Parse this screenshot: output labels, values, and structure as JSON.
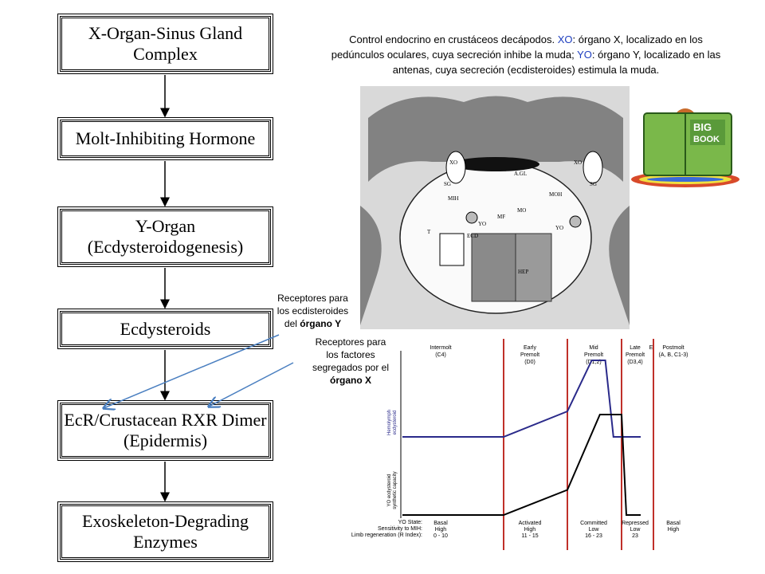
{
  "flow": {
    "boxes": [
      {
        "label": "X-Organ-Sinus Gland\nComplex"
      },
      {
        "label": "Molt-Inhibiting Hormone"
      },
      {
        "label": "Y-Organ\n(Ecdysteroidogenesis)"
      },
      {
        "label": "Ecdysteroids"
      },
      {
        "label": "EcR/Crustacean RXR Dimer\n(Epidermis)"
      },
      {
        "label": "Exoskeleton-Degrading\nEnzymes"
      }
    ]
  },
  "caption": {
    "part1": "Control endocrino en crustáceos decápodos. ",
    "xo": "XO",
    "part2": ": órgano X, localizado en los pedúnculos oculares, cuya secreción inhibe la muda; ",
    "yo": "YO",
    "part3": ": órgano Y, localizado en las antenas, cuya secreción (ecdisteroides) estimula la muda."
  },
  "notes": {
    "receptores_y_line1": "Receptores para",
    "receptores_y_line2": "los ecdisteroides",
    "receptores_y_line3": "del ",
    "receptores_y_bold": "órgano Y",
    "receptores_x_line1": "Receptores para",
    "receptores_x_line2": "los factores",
    "receptores_x_line3": "segregados por el",
    "receptores_x_bold": "órgano X"
  },
  "crab": {
    "labels": [
      "XO",
      "XO",
      "SG",
      "SG",
      "A.GL",
      "MO",
      "MF",
      "MOH",
      "MIH",
      "YO",
      "YO",
      "ECD",
      "HEP",
      "T"
    ]
  },
  "book": {
    "text1": "BIG",
    "text2": "BOOK"
  },
  "chart_data": {
    "type": "line",
    "stages": [
      "Intermolt\n(C4)",
      "Early\nPremolt\n(D0)",
      "Mid\nPremolt\n(D1,2)",
      "Late\nPremolt\n(D3,4)",
      "E",
      "Postmolt\n(A, B, C1-3)"
    ],
    "series": [
      {
        "name": "Hemolymph ecdysteroid",
        "color": "#2a2a8a",
        "points": [
          [
            0,
            0.25
          ],
          [
            1,
            0.25
          ],
          [
            2,
            0.5
          ],
          [
            2.45,
            1.0
          ],
          [
            2.7,
            1.0
          ],
          [
            2.85,
            0.25
          ],
          [
            3.6,
            0.25
          ]
        ]
      },
      {
        "name": "YO ecdysteroid synthetic capacity",
        "color": "#000000",
        "points": [
          [
            0,
            0.0
          ],
          [
            1,
            0.0
          ],
          [
            2,
            0.25
          ],
          [
            2.6,
            1.0
          ],
          [
            3.0,
            1.0
          ],
          [
            3.15,
            0.0
          ],
          [
            3.6,
            0.0
          ]
        ]
      }
    ],
    "ylabels": [
      "Hemolymph\necdysteroid",
      "YO ecdysteroid\nsynthetic capacity"
    ],
    "table_headers": [
      "YO State:",
      "Sensitivity to MIH:",
      "Limb regeneration (R Index):"
    ],
    "table": [
      [
        "Basal",
        "High",
        "0 - 10"
      ],
      [
        "Activated",
        "High",
        "11 - 15"
      ],
      [
        "Committed",
        "Low",
        "16 - 23"
      ],
      [
        "Repressed",
        "Low",
        "23"
      ],
      [
        "Basal",
        "High",
        ""
      ]
    ],
    "stage_line_color": "#c0302a"
  }
}
